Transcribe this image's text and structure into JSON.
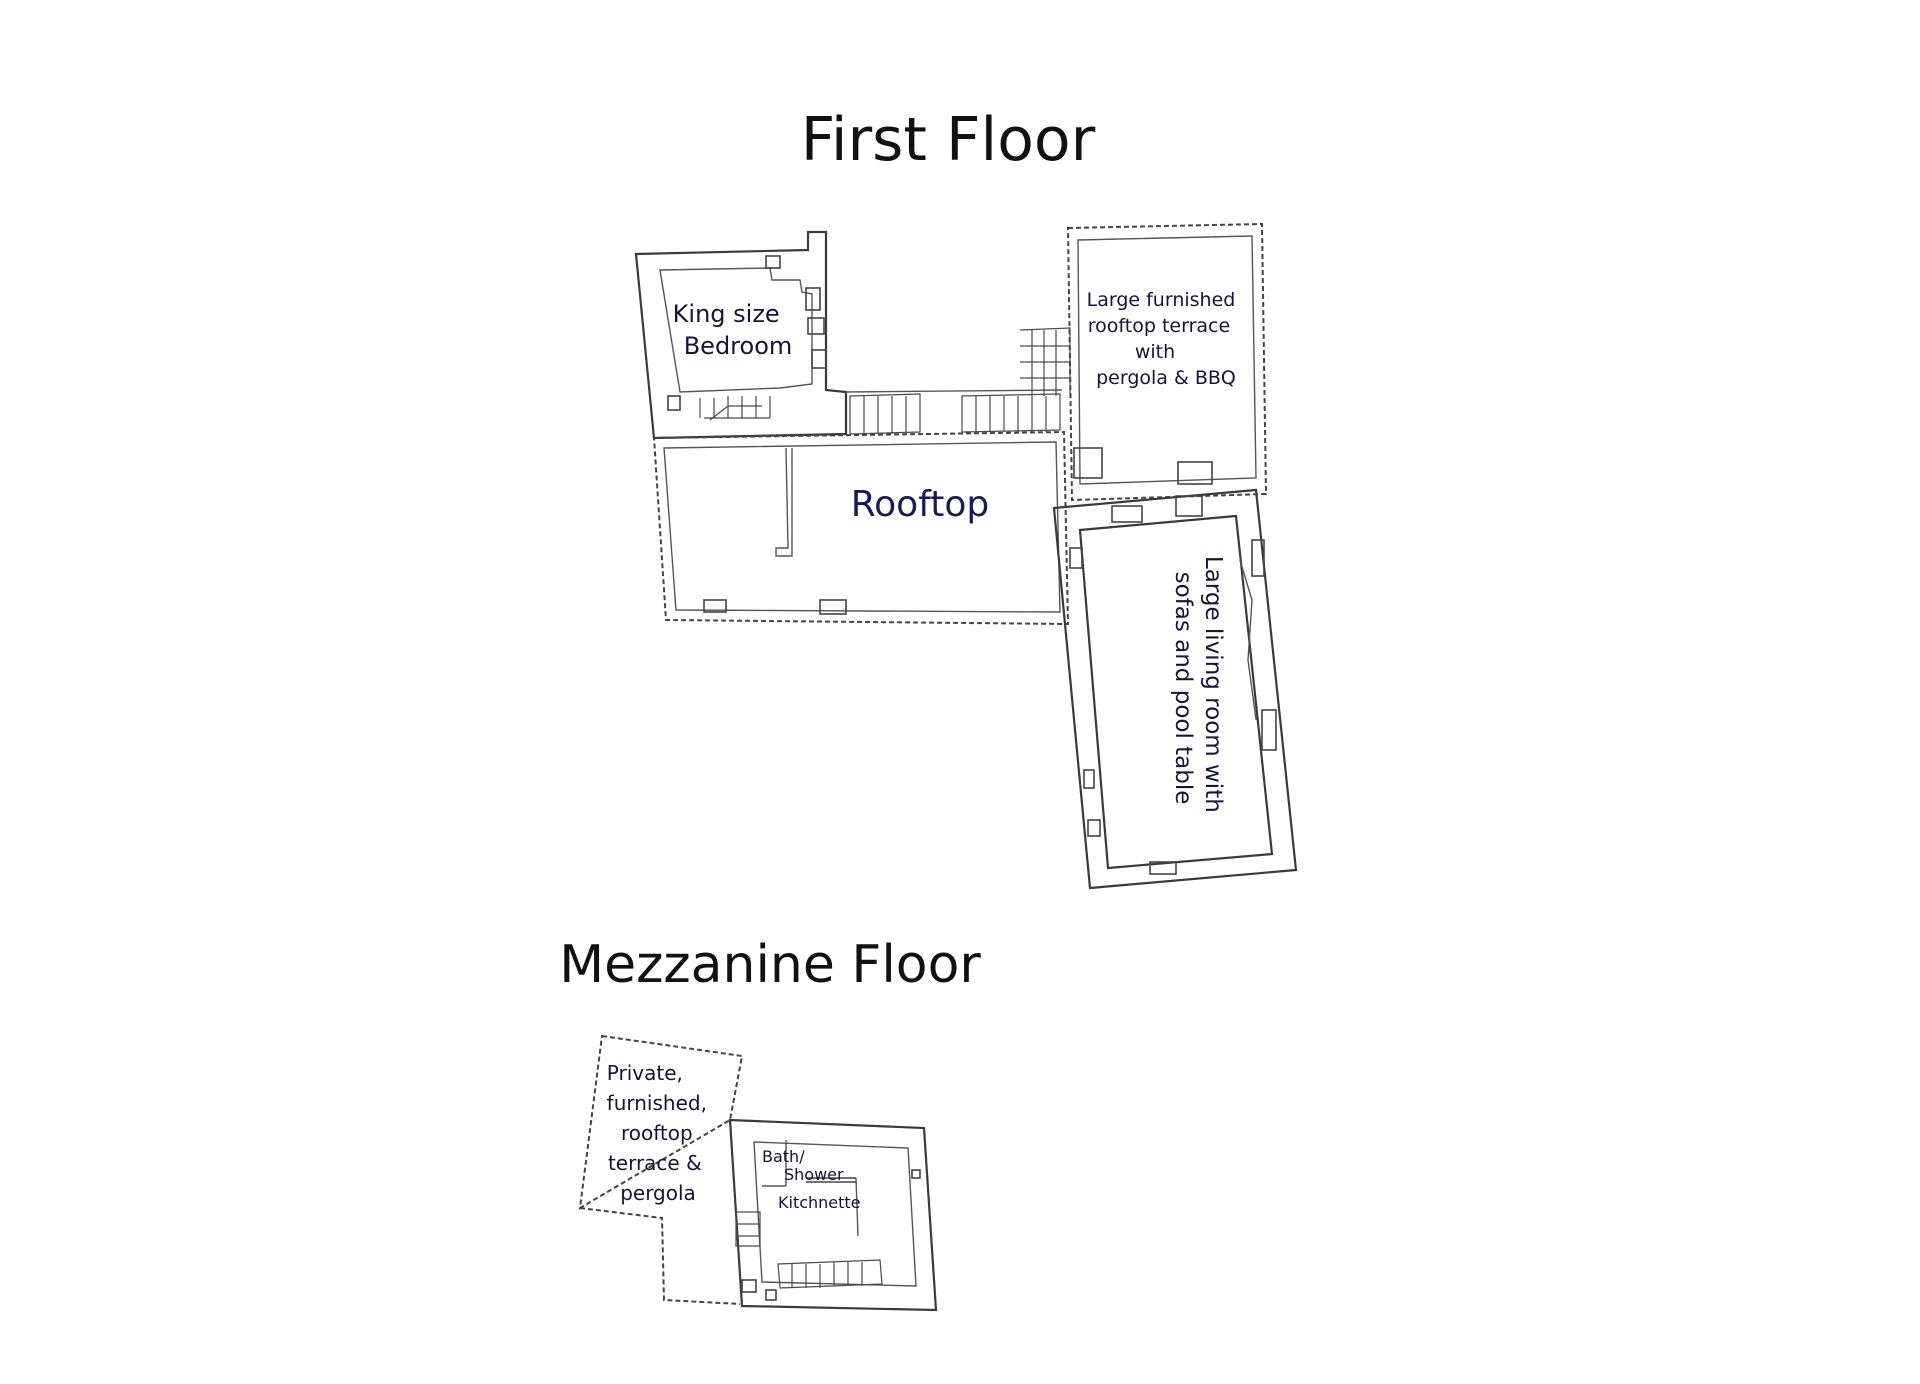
{
  "floors": {
    "first": {
      "title": "First Floor",
      "rooms": {
        "bedroom": [
          "King size",
          "Bedroom"
        ],
        "terrace": [
          "Large furnished",
          "rooftop terrace",
          "with",
          "pergola & BBQ"
        ],
        "rooftop": "Rooftop",
        "living": [
          "Large living room with",
          "sofas and pool table"
        ]
      }
    },
    "mezzanine": {
      "title": "Mezzanine Floor",
      "rooms": {
        "terrace": [
          "Private,",
          "furnished,",
          "rooftop",
          "terrace &",
          "pergola"
        ],
        "bath": [
          "Bath/",
          "Shower"
        ],
        "kitchen": "Kitchnette"
      }
    }
  }
}
